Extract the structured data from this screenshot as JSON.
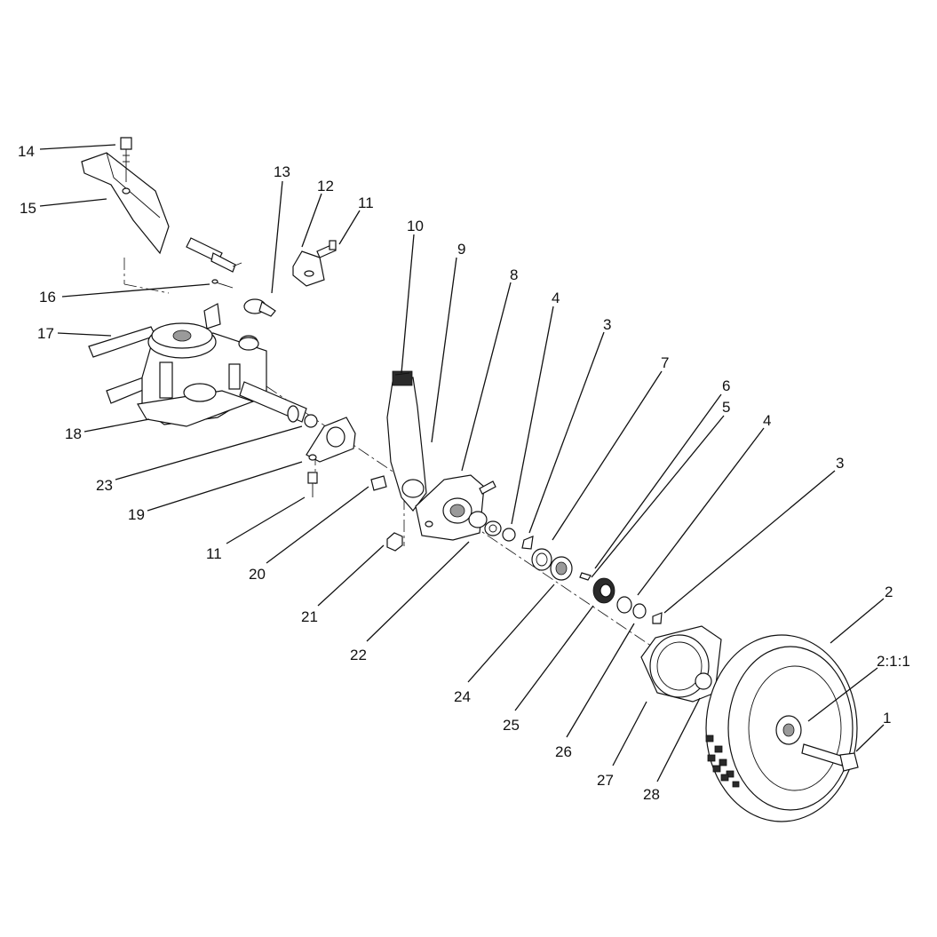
{
  "callouts": {
    "c14": "14",
    "c15": "15",
    "c13": "13",
    "c12": "12",
    "c11a": "11",
    "c10": "10",
    "c9": "9",
    "c8": "8",
    "c4a": "4",
    "c3a": "3",
    "c7": "7",
    "c6": "6",
    "c5": "5",
    "c4b": "4",
    "c3b": "3",
    "c2": "2",
    "c211": "2:1:1",
    "c1": "1",
    "c16": "16",
    "c17": "17",
    "c18": "18",
    "c23": "23",
    "c19": "19",
    "c11b": "11",
    "c20": "20",
    "c21": "21",
    "c22": "22",
    "c24": "24",
    "c25": "25",
    "c26": "26",
    "c27": "27",
    "c28": "28"
  }
}
